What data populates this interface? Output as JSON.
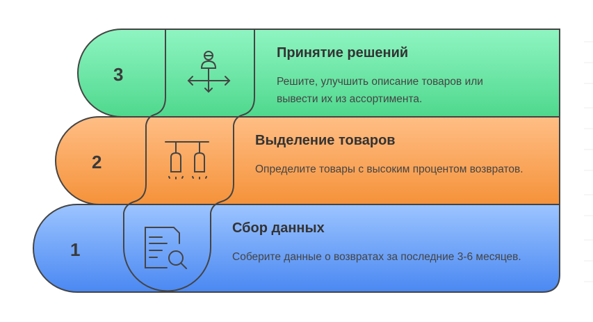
{
  "steps": [
    {
      "number": "1",
      "title": "Сбор данных",
      "description": "Соберите данные о возвратах за последние 3-6 месяцев.",
      "icon": "document-search-icon",
      "color": "#5a95f5"
    },
    {
      "number": "2",
      "title": "Выделение товаров",
      "description": "Определите товары с высоким процентом возвратов.",
      "icon": "hanging-lamps-icon",
      "color": "#f5a05a"
    },
    {
      "number": "3",
      "title": "Принятие решений",
      "description": "Решите, улучшить описание товаров или вывести их из ассортимента.",
      "icon": "person-arrows-icon",
      "color": "#5edc9a"
    }
  ]
}
